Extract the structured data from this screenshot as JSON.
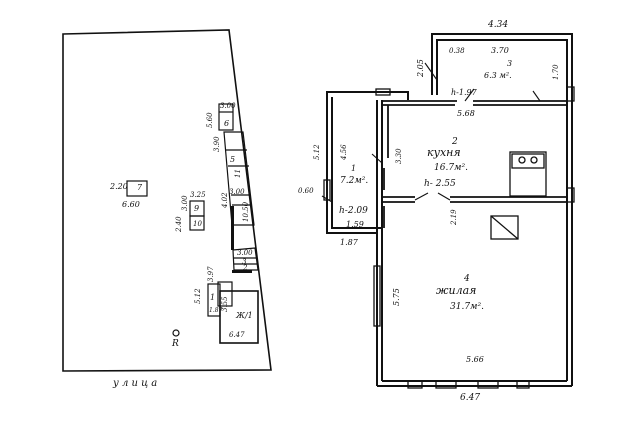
{
  "site_plan": {
    "street_label": "у л и ц а",
    "north_mark": "R",
    "lot": {
      "dim_8": "2.20",
      "dim_9": "6.60",
      "dim_10": "7"
    },
    "strip": {
      "d_300_top": "3.00",
      "d_560": "5.60",
      "d_6": "6",
      "d_390": "3.90",
      "d_5": "5",
      "d_11": "11",
      "d_300_mid": "3.00",
      "d_402": "4.02",
      "d_1050": "10.50",
      "d_300_low": "3.00",
      "d_3": "3",
      "d_2": "2",
      "d_397": "3.97",
      "d_512": "5.12",
      "d_one": "1",
      "d_355": "3.55",
      "d_187": "1.87",
      "d_bldg": "Ж/1",
      "d_647": "6.47"
    },
    "small": {
      "d_325": "3.25",
      "d_9": "9",
      "d_10": "10",
      "d_240": "2.40",
      "d_300": "3.00"
    }
  },
  "floor_plan": {
    "overall_top": "4.34",
    "overall_bottom": "6.47",
    "room3": {
      "num": "3",
      "area": "6.3 м².",
      "w": "3.70",
      "d1": "0.38",
      "d2": "1.70",
      "h": "h-1.97"
    },
    "porch": {
      "d": "2.05"
    },
    "room2": {
      "num": "2",
      "name": "кухня",
      "area": "16.7м².",
      "w": "5.68",
      "d": "3.30",
      "h": "h- 2.55"
    },
    "room1": {
      "num": "1",
      "area": "7.2м².",
      "h": "h-2.09",
      "w": "1.59",
      "d": "4.56",
      "outer": "5.12",
      "bottom": "1.87",
      "left": "0.60"
    },
    "room4": {
      "num": "4",
      "name": "жилая",
      "area": "31.7м².",
      "w": "5.66",
      "d": "5.75",
      "d2": "2.19"
    }
  }
}
